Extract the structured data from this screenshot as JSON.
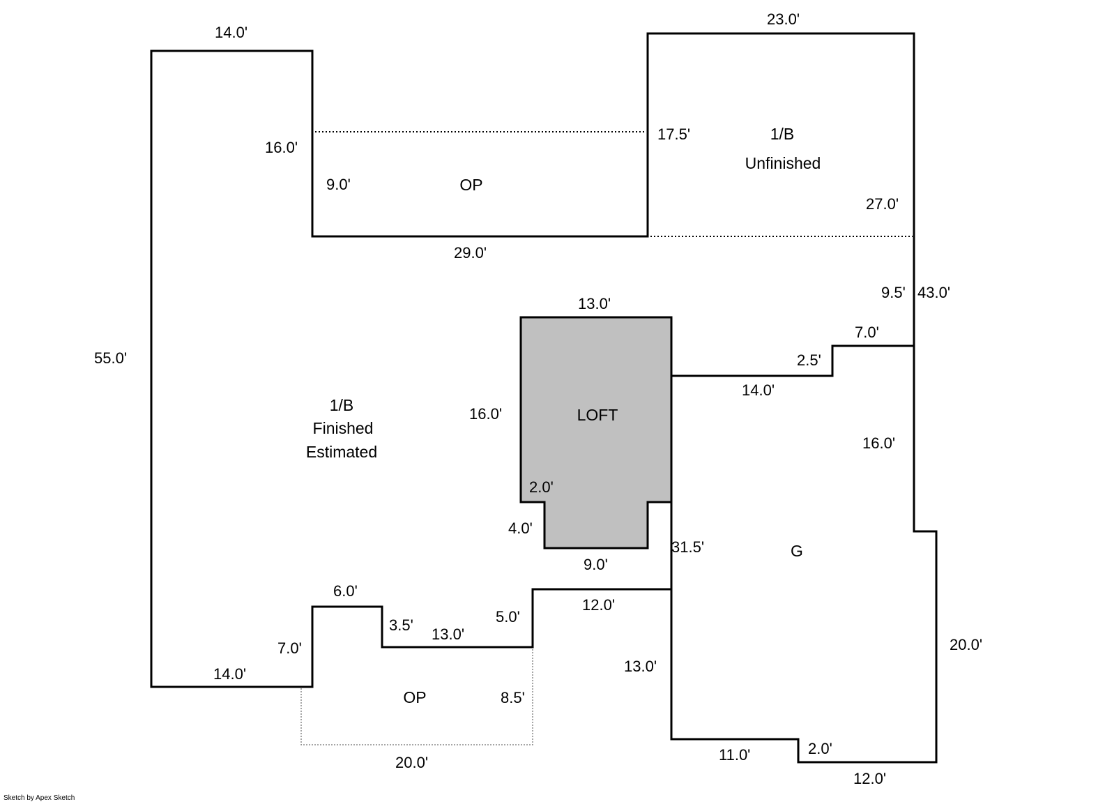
{
  "credit": "Sketch by Apex Sketch",
  "colors": {
    "loft_fill": "#c0c0c0",
    "wall": "#000000"
  },
  "areas": {
    "op_top": "OP",
    "unfinished_l1": "1/B",
    "unfinished_l2": "Unfinished",
    "finished_l1": "1/B",
    "finished_l2": "Finished",
    "finished_l3": "Estimated",
    "loft": "LOFT",
    "garage": "G",
    "op_bottom": "OP"
  },
  "dims": {
    "d_top_left_14": "14.0'",
    "d_top_right_23": "23.0'",
    "d_16_left": "16.0'",
    "d_17_5": "17.5'",
    "d_9_op": "9.0'",
    "d_27": "27.0'",
    "d_29": "29.0'",
    "d_9_5": "9.5'",
    "d_43": "43.0'",
    "d_13_loft": "13.0'",
    "d_55": "55.0'",
    "d_7_top": "7.0'",
    "d_2_5": "2.5'",
    "d_14_garage": "14.0'",
    "d_16_loft": "16.0'",
    "d_16_garage": "16.0'",
    "d_2_loft": "2.0'",
    "d_4_loft": "4.0'",
    "d_31_5": "31.5'",
    "d_9_loft": "9.0'",
    "d_6": "6.0'",
    "d_12_mid": "12.0'",
    "d_3_5": "3.5'",
    "d_13_step": "13.0'",
    "d_5": "5.0'",
    "d_7_left": "7.0'",
    "d_14_bottom": "14.0'",
    "d_13_garage": "13.0'",
    "d_20_right": "20.0'",
    "d_8_5": "8.5'",
    "d_20_op": "20.0'",
    "d_11": "11.0'",
    "d_2_garage": "2.0'",
    "d_12_bottom": "12.0'"
  }
}
